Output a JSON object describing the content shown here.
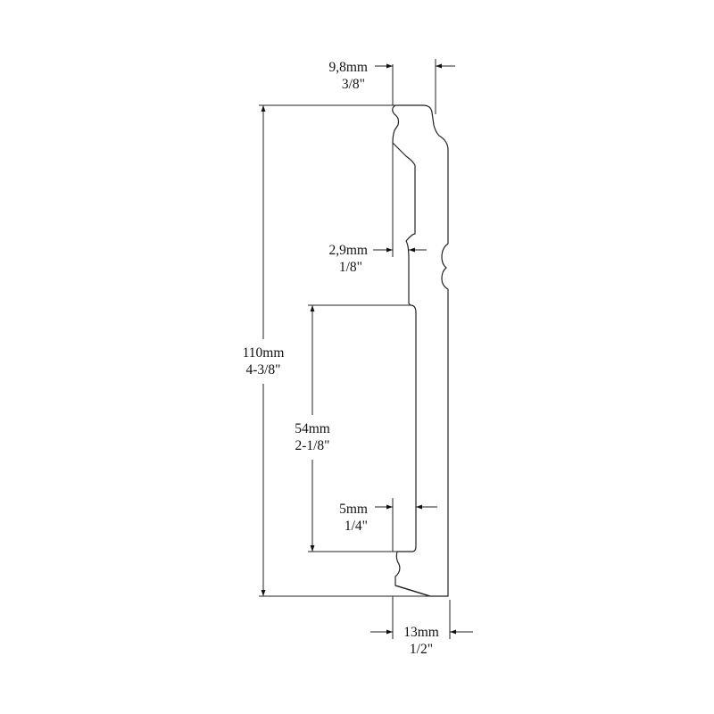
{
  "dimensions": {
    "top_thickness": {
      "metric": "9,8mm",
      "imperial": "3/8\""
    },
    "groove_depth": {
      "metric": "2,9mm",
      "imperial": "1/8\""
    },
    "total_height": {
      "metric": "110mm",
      "imperial": "4-3/8\""
    },
    "recess_height": {
      "metric": "54mm",
      "imperial": "2-1/8\""
    },
    "recess_depth": {
      "metric": "5mm",
      "imperial": "1/4\""
    },
    "base_thickness": {
      "metric": "13mm",
      "imperial": "1/2\""
    }
  },
  "colors": {
    "line": "#222222",
    "background": "#ffffff"
  }
}
